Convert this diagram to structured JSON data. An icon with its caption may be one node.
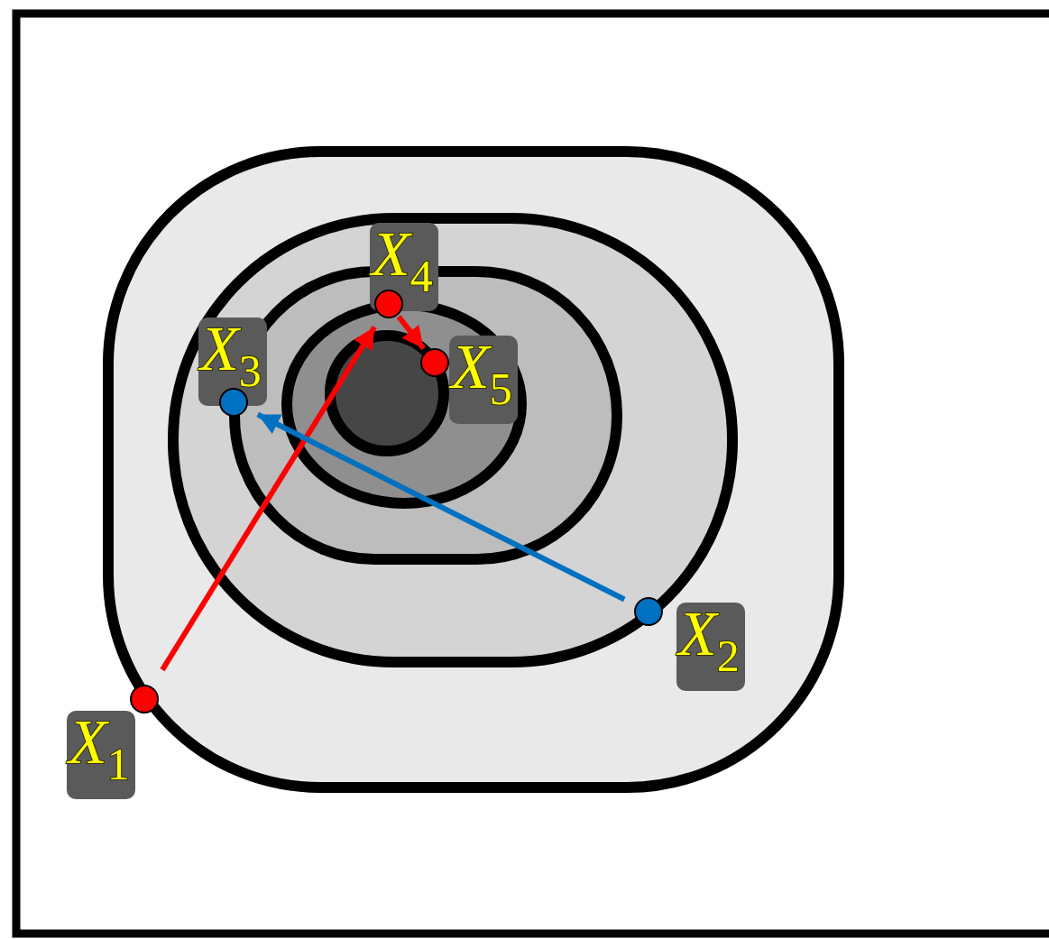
{
  "diagram": {
    "nodes": [
      {
        "text": [
          "*X*$_{1}$"
        ]
      },
      {
        "text": [
          "*X*$_{2}$"
        ]
      },
      {
        "text": [
          "*X*$_{3}$"
        ]
      },
      {
        "text": [
          "*X*$_{4}$"
        ]
      },
      {
        "text": [
          "*X*$_{5}$"
        ]
      }
    ],
    "edges": [
      {
        "from": 0,
        "to": 3,
        "arrow": "to"
      },
      {
        "from": 1,
        "to": 2,
        "arrow": "to",
        "color": "#0070c0"
      },
      {
        "from": 3,
        "to": 4,
        "arrow": "to"
      }
    ]
  }
}
